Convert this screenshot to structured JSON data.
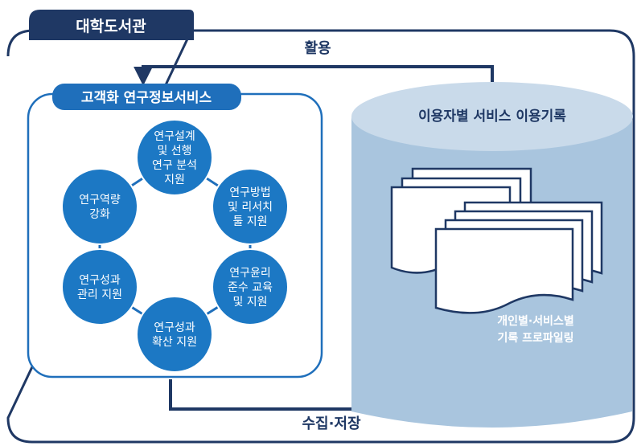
{
  "library": {
    "title": "대학도서관"
  },
  "flows": {
    "top_label": "활용",
    "bottom_label": "수집·저장"
  },
  "service_panel": {
    "title": "고객화 연구정보서비스",
    "circles": [
      {
        "lines": [
          "연구설계",
          "및 선행",
          "연구 분석",
          "지원"
        ]
      },
      {
        "lines": [
          "연구방법",
          "및 리서치",
          "툴 지원"
        ]
      },
      {
        "lines": [
          "연구윤리",
          "준수 교육",
          "및 지원"
        ]
      },
      {
        "lines": [
          "연구성과",
          "확산 지원"
        ]
      },
      {
        "lines": [
          "연구성과",
          "관리 지원"
        ]
      },
      {
        "lines": [
          "연구역량",
          "강화"
        ]
      }
    ]
  },
  "database": {
    "top_label": "이용자별 서비스 이용기록",
    "caption_lines": [
      "개인별·서비스별",
      "기록 프로파일링"
    ]
  },
  "colors": {
    "navy": "#1f3864",
    "blue": "#1f6fbb",
    "circle": "#1c78c4",
    "cyl_top": "#c9daea",
    "cyl_body": "#a9c5de"
  }
}
